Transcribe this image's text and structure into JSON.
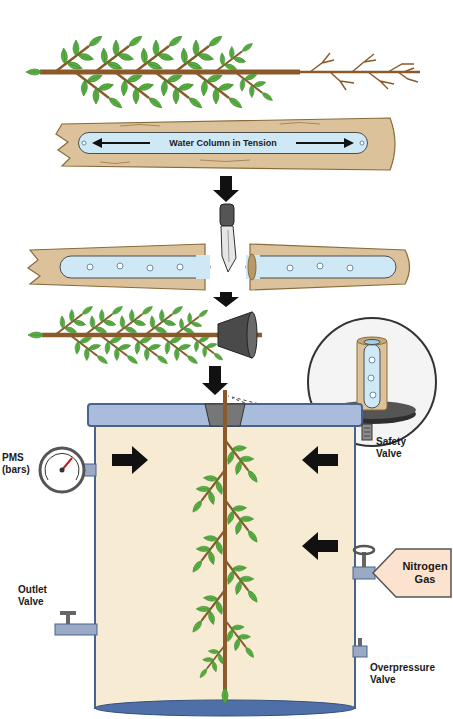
{
  "diagram": {
    "nodes": [
      {
        "text": [
          "Water Column in Tension"
        ]
      },
      {
        "text": [
          "Nitrogen Gas"
        ]
      }
    ],
    "labels": [
      "Safety Valve",
      "PMS (bars)",
      "Outlet Valve",
      "Overpressure Valve"
    ]
  }
}
